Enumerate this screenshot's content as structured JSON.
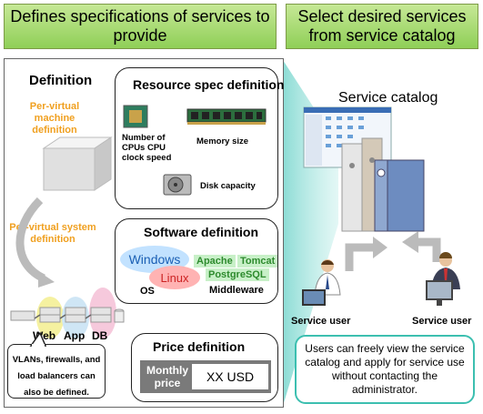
{
  "banners": {
    "left": "Defines specifications of services to provide",
    "right": "Select desired services from service catalog"
  },
  "definition": {
    "title": "Definition",
    "per_vm": "Per-virtual machine definition",
    "per_vsys": "Per-virtual system definition",
    "tiers": [
      "Web",
      "App",
      "DB"
    ],
    "note": "VLANs, firewalls, and load balancers can also be defined."
  },
  "resource_spec": {
    "title": "Resource spec definition",
    "cpu_label": "Number of CPUs CPU clock speed",
    "memory_label": "Memory size",
    "disk_label": "Disk capacity"
  },
  "software": {
    "title": "Software definition",
    "os_items": [
      "Windows",
      "Linux"
    ],
    "os_label": "OS",
    "middleware_items": [
      "Apache",
      "Tomcat",
      "PostgreSQL"
    ],
    "middleware_label": "Middleware"
  },
  "price": {
    "title": "Price definition",
    "label": "Monthly price",
    "value": "XX USD"
  },
  "catalog": {
    "title": "Service catalog",
    "users": [
      "Service user",
      "Service user"
    ],
    "note": "Users can freely view the service catalog and apply for service use without contacting the administrator."
  },
  "colors": {
    "banner_green": "#8fcf57",
    "orange_text": "#f0a020",
    "middleware_green": "#2e8b2e",
    "teal_border": "#3cbfb0",
    "windows_blue": "#1a5fb4",
    "linux_red": "#cc2222"
  }
}
